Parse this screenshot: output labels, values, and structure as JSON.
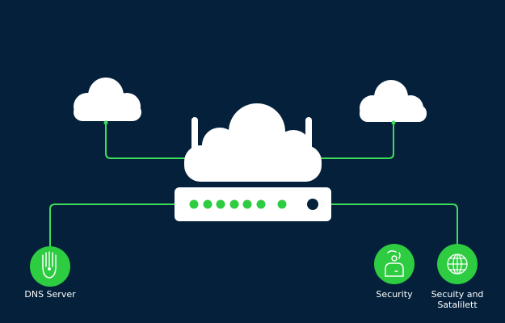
{
  "diagram": {
    "colors": {
      "background": "#04203a",
      "accent": "#2ecc40",
      "line": "#3ddc5a",
      "node_fill": "#ffffff"
    },
    "nodes": [
      {
        "id": "cloud-left",
        "icon": "cloud-icon",
        "label": ""
      },
      {
        "id": "cloud-right",
        "icon": "cloud-icon",
        "label": ""
      },
      {
        "id": "router",
        "icon": "cloud-router-icon",
        "label": "",
        "led_count": 7
      },
      {
        "id": "dns-server",
        "icon": "hand-icon",
        "label": "DNS Server"
      },
      {
        "id": "security",
        "icon": "user-lock-icon",
        "label": "Security"
      },
      {
        "id": "security-satellite",
        "icon": "globe-icon",
        "label_line1": "Secuity and",
        "label_line2": "Satalilett"
      }
    ],
    "edges": [
      {
        "from": "cloud-left",
        "to": "router"
      },
      {
        "from": "cloud-right",
        "to": "router"
      },
      {
        "from": "router",
        "to": "dns-server"
      },
      {
        "from": "router",
        "to": "security-satellite"
      }
    ]
  }
}
